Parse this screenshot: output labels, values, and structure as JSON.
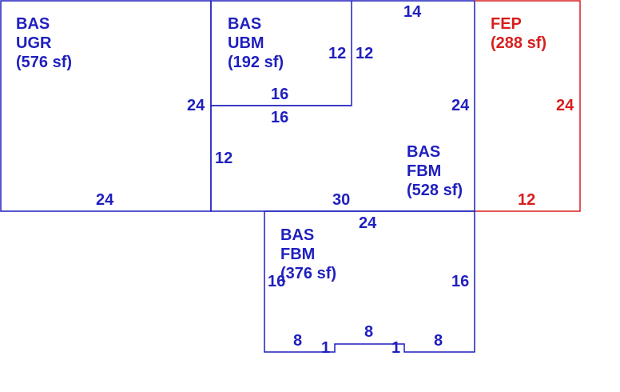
{
  "colors": {
    "blue": "#1f1fbf",
    "red": "#d81e1e",
    "background": "#ffffff"
  },
  "areas": [
    {
      "code": "BAS",
      "name": "UGR",
      "area": "(576 sf)",
      "color": "blue"
    },
    {
      "code": "BAS",
      "name": "UBM",
      "area": "(192 sf)",
      "color": "blue"
    },
    {
      "code": "BAS",
      "name": "FBM",
      "area": "(528 sf)",
      "color": "blue"
    },
    {
      "code": "BAS",
      "name": "FBM",
      "area": "(376 sf)",
      "color": "blue"
    },
    {
      "code": "FEP",
      "name": "",
      "area": "(288 sf)",
      "color": "red"
    }
  ],
  "dimensions": {
    "ugr_right": "24",
    "ugr_bottom": "24",
    "ubm_right": "12",
    "ubm_bottom": "16",
    "fbm_top": "14",
    "fbm_left_inner": "12",
    "fbm_inner_top": "16",
    "fbm_left": "12",
    "fbm_right": "24",
    "fbm_bottom": "30",
    "fep_right": "24",
    "fep_bottom": "12",
    "lower_top": "24",
    "lower_left": "16",
    "lower_right": "16",
    "lower_bottom_left": "8",
    "lower_bottom_mid": "8",
    "lower_bottom_right": "8",
    "notch_left": "1",
    "notch_right": "1"
  }
}
